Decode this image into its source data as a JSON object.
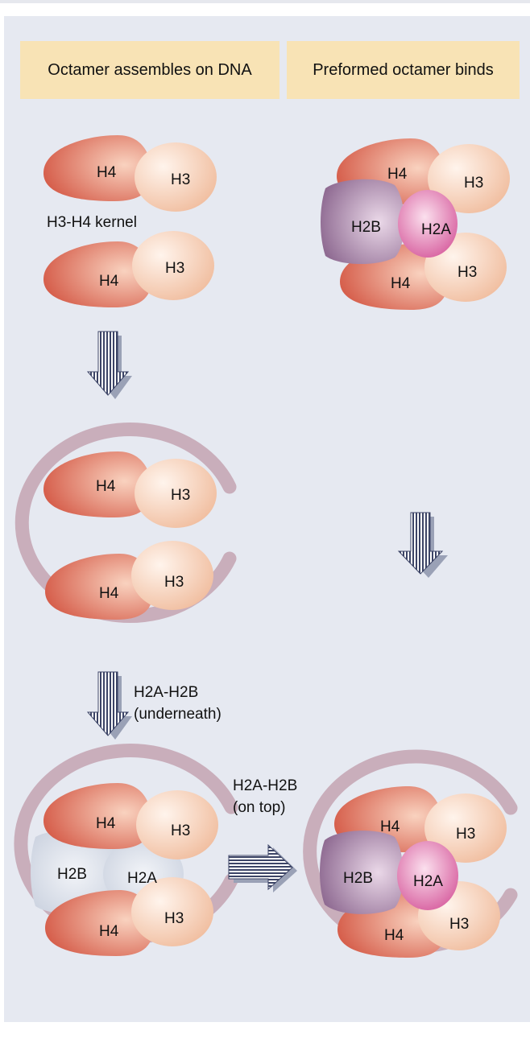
{
  "headers": {
    "left": "Octamer assembles on DNA",
    "right": "Preformed octamer binds"
  },
  "labels": {
    "h3": "H3",
    "h4": "H4",
    "h2a": "H2A",
    "h2b": "H2B",
    "kernel": "H3-H4 kernel"
  },
  "steps": {
    "underneath_1": "H2A-H2B",
    "underneath_2": "(underneath)",
    "on_top_1": "H2A-H2B",
    "on_top_2": "(on top)"
  },
  "colors": {
    "panel_bg": "#e6e9f1",
    "header_bg": "#f8e3b5",
    "dna": "#c9aebb",
    "h3": "#f6cfb8",
    "h4": "#e07a66",
    "h2a": "#df6ea6",
    "h2b": "#9a7098",
    "h2ab_underneath": "#d3dae7"
  }
}
